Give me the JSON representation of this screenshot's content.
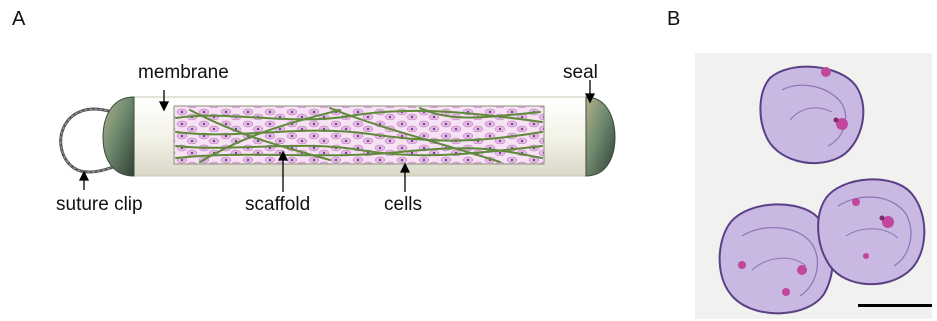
{
  "panels": {
    "a": {
      "letter": "A"
    },
    "b": {
      "letter": "B"
    }
  },
  "labels": {
    "membrane": "membrane",
    "seal": "seal",
    "suture_clip": "suture clip",
    "scaffold": "scaffold",
    "cells": "cells"
  },
  "colors": {
    "capsule_body": "#f3f3e8",
    "seal_cap": "#6f8a6e",
    "scaffold_fiber": "#5f8a3a",
    "cell_fill": "#e6b6e3",
    "cell_nucleus": "#5a3a8a",
    "tissue_purple": "#b8a3d6",
    "tissue_dark": "#5b3f86",
    "tissue_stain": "#c0479b",
    "scale_bar": "#000000"
  }
}
